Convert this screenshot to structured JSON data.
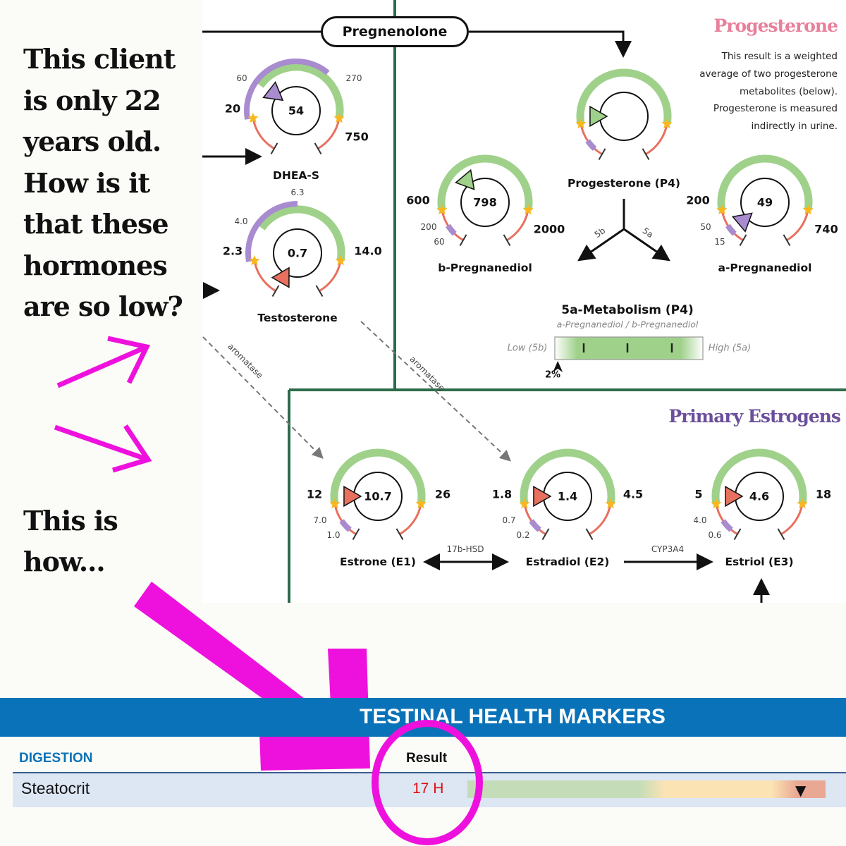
{
  "annotation": {
    "question_lines": [
      "This client",
      "is only 22",
      "years old.",
      "How is it",
      "that these",
      "hormones",
      "are so low?"
    ],
    "answer_lines": [
      "This is",
      "how..."
    ]
  },
  "diagram": {
    "precursor": "Pregnenolone",
    "progesterone_section": {
      "title": "Progesterone",
      "description": [
        "This result is a weighted",
        "average of two progesterone",
        "metabolites (below).",
        "Progesterone is measured",
        "indirectly in urine."
      ]
    },
    "estrogen_section": {
      "title": "Primary Estrogens"
    },
    "enzymes": {
      "aromatase_1": "aromatase",
      "aromatase_2": "aromatase",
      "p5b": "5b",
      "p5a": "5a",
      "hsd": "17b-HSD",
      "cyp": "CYP3A4"
    },
    "gauges": {
      "dhea": {
        "name": "DHEA-S",
        "value": "54",
        "low": "20",
        "high": "750",
        "ref_low": "60",
        "ref_high": "270"
      },
      "testosterone": {
        "name": "Testosterone",
        "value": "0.7",
        "low": "2.3",
        "high": "14.0",
        "ref_low": "4.0",
        "ref_high": "6.3"
      },
      "progesterone": {
        "name": "Progesterone (P4)",
        "value": ""
      },
      "bpreg": {
        "name": "b-Pregnanediol",
        "value": "798",
        "low": "600",
        "high": "2000",
        "ref_low": "200",
        "ref_low2": "60"
      },
      "apreg": {
        "name": "a-Pregnanediol",
        "value": "49",
        "low": "200",
        "high": "740",
        "ref_low": "50",
        "ref_low2": "15"
      },
      "estrone": {
        "name": "Estrone (E1)",
        "value": "10.7",
        "low": "12",
        "high": "26",
        "ref_low": "7.0",
        "ref_low2": "1.0"
      },
      "estradiol": {
        "name": "Estradiol (E2)",
        "value": "1.4",
        "low": "1.8",
        "high": "4.5",
        "ref_low": "0.7",
        "ref_low2": "0.2"
      },
      "estriol": {
        "name": "Estriol (E3)",
        "value": "4.6",
        "low": "5",
        "high": "18",
        "ref_low": "4.0",
        "ref_low2": "0.6"
      }
    },
    "metabolism": {
      "title": "5a-Metabolism (P4)",
      "subtitle": "a-Pregnanediol / b-Pregnanediol",
      "low_label": "Low (5b)",
      "high_label": "High (5a)",
      "value": "2%",
      "value_percent": 2
    }
  },
  "report": {
    "section_title": "TESTINAL HEALTH MARKERS",
    "category": "DIGESTION",
    "result_header": "Result",
    "rows": [
      {
        "marker": "Steatocrit",
        "result": "17 H",
        "flag": "high"
      }
    ]
  },
  "colors": {
    "green": "#9fd18a",
    "red": "#e8705e",
    "purple": "#a98bd0",
    "star": "#f7b81f",
    "magenta": "#ee11dd",
    "border_green": "#2d6b4a",
    "band": "#0a72b8",
    "result_red": "#e01010"
  }
}
